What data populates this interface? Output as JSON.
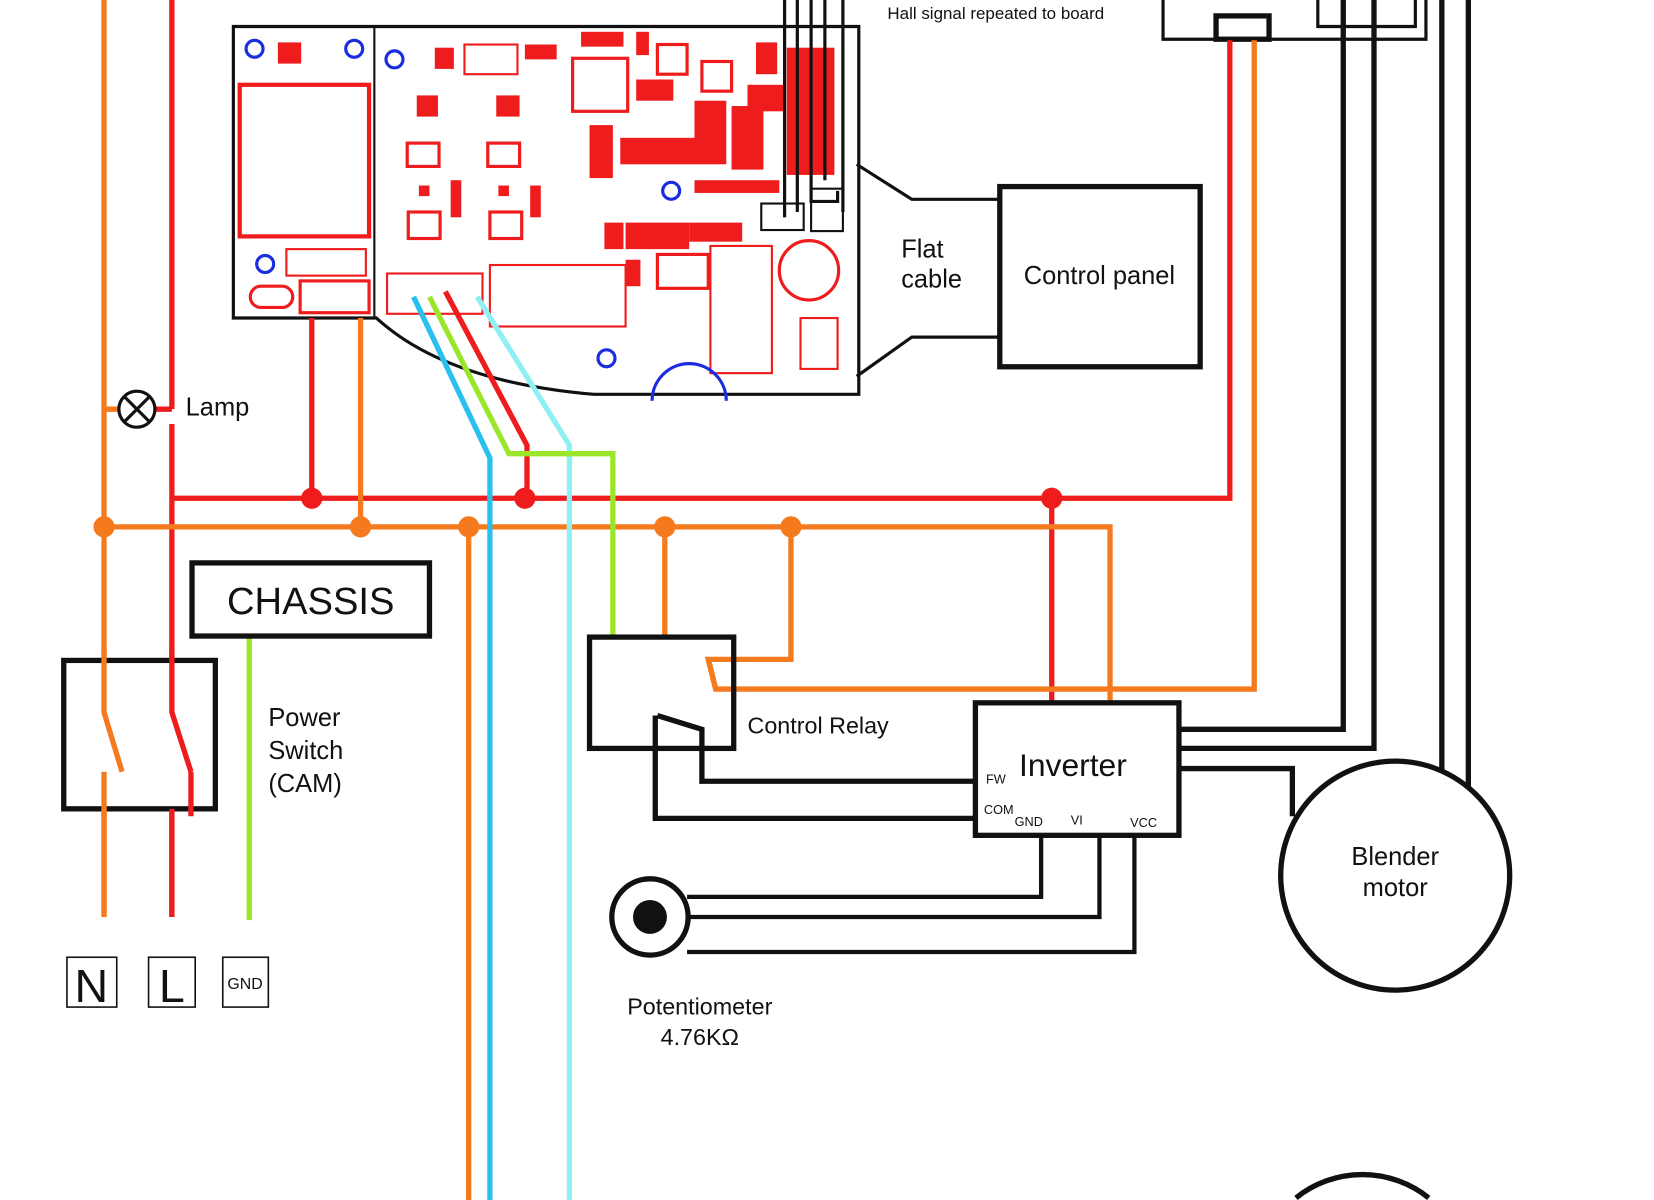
{
  "labels": {
    "hall": "Hall signal repeated to board",
    "flat_cable_1": "Flat",
    "flat_cable_2": "cable",
    "control_panel": "Control panel",
    "lamp": "Lamp",
    "chassis": "CHASSIS",
    "power_switch_1": "Power",
    "power_switch_2": "Switch",
    "power_switch_3": "(CAM)",
    "control_relay": "Control Relay",
    "inverter": "Inverter",
    "fw": "FW",
    "com": "COM",
    "gnd_pin": "GND",
    "vi": "VI",
    "vcc": "VCC",
    "motor_1": "Blender",
    "motor_2": "motor",
    "pot_1": "Potentiometer",
    "pot_2": "4.76KΩ",
    "terminal_n": "N",
    "terminal_l": "L",
    "terminal_gnd": "GND"
  },
  "colors": {
    "live": "#ee1c1c",
    "neutral": "#f57a1e",
    "ground": "#9be62a",
    "blue": "#29c0ef",
    "cyan": "#8ef0f2",
    "board_outline": "#111111",
    "board_circle": "#1a2ee0"
  }
}
